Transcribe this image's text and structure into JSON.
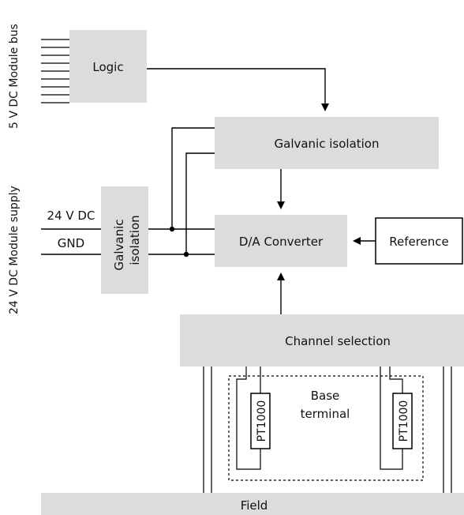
{
  "labels": {
    "module_bus": "5 V DC Module bus",
    "module_supply": "24 V DC Module supply",
    "logic": "Logic",
    "galvanic_isolation_top": "Galvanic isolation",
    "galvanic_isolation_left_line1": "Galvanic",
    "galvanic_isolation_left_line2": "isolation",
    "v24": "24 V DC",
    "gnd": "GND",
    "da_converter": "D/A Converter",
    "reference": "Reference",
    "channel_selection": "Channel selection",
    "base_terminal_line1": "Base",
    "base_terminal_line2": "terminal",
    "pt1000_left": "PT1000",
    "pt1000_right": "PT1000",
    "field": "Field"
  }
}
